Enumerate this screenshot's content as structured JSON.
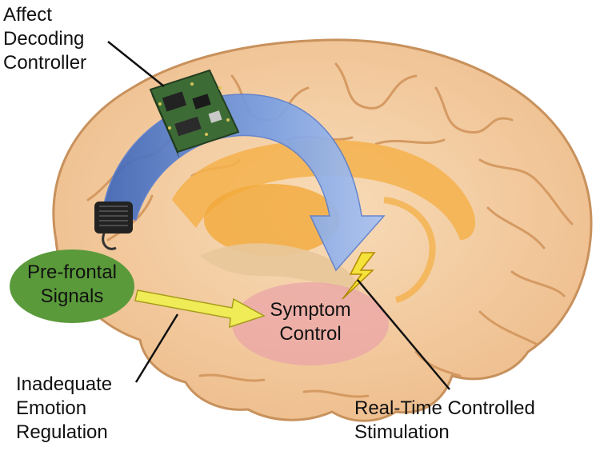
{
  "labels": {
    "controller": "Affect\nDecoding\nController",
    "prefrontal": "Pre-frontal\nSignals",
    "symptom": "Symptom\nControl",
    "regulation": "Inadequate\nEmotion\nRegulation",
    "stimulation": "Real-Time Controlled\nStimulation"
  },
  "colors": {
    "brain": "#f2c89a",
    "brain_outline": "#c8915c",
    "gyri": "#d9a06c",
    "limbic": "#f4b24c",
    "arrow": "#6e93d8",
    "signal_oval": "#5a9a3a",
    "symptom_oval": "#e9a2a8",
    "signal_arrow": "#f0ec58",
    "bolt": "#f5e23a",
    "board": "#3d6b35"
  }
}
